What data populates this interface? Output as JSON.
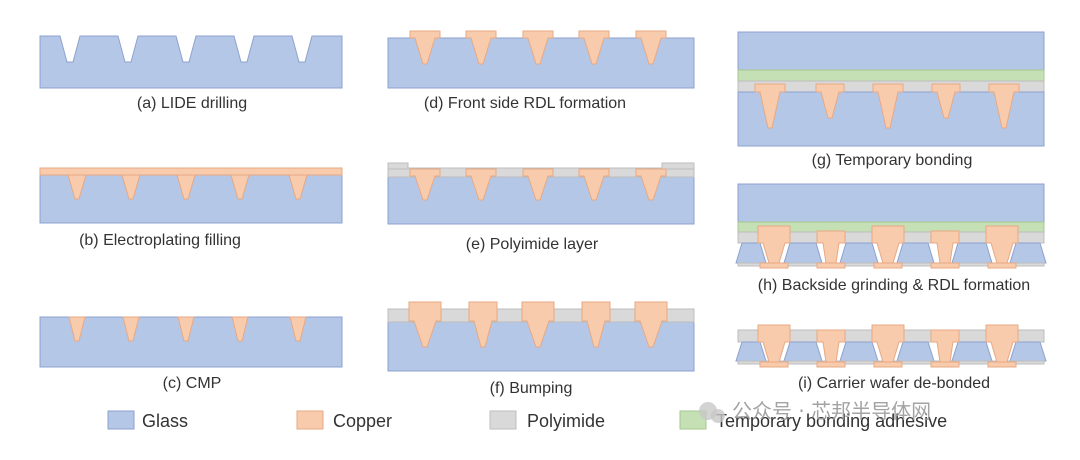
{
  "colors": {
    "glass": "#b4c7e7",
    "glass_stroke": "#8da2cf",
    "copper": "#f8cbad",
    "copper_stroke": "#e7a983",
    "polyimide": "#d9d9d9",
    "polyimide_stroke": "#bdbdbd",
    "adhesive": "#c5e0b4",
    "adhesive_stroke": "#a6c98f"
  },
  "steps": [
    {
      "id": "a",
      "caption": "(a) LIDE drilling"
    },
    {
      "id": "b",
      "caption": "(b) Electroplating filling"
    },
    {
      "id": "c",
      "caption": "(c) CMP"
    },
    {
      "id": "d",
      "caption": "(d) Front side RDL formation"
    },
    {
      "id": "e",
      "caption": "(e) Polyimide layer"
    },
    {
      "id": "f",
      "caption": "(f) Bumping"
    },
    {
      "id": "g",
      "caption": "(g) Temporary bonding"
    },
    {
      "id": "h",
      "caption": "(h) Backside grinding & RDL formation"
    },
    {
      "id": "i",
      "caption": "(i) Carrier wafer de-bonded"
    }
  ],
  "legend": [
    {
      "key": "glass",
      "label": "Glass"
    },
    {
      "key": "copper",
      "label": "Copper"
    },
    {
      "key": "polyimide",
      "label": "Polyimide"
    },
    {
      "key": "adhesive",
      "label": "Temporary bonding adhesive"
    }
  ],
  "watermark": {
    "text": "公众号 · 芯邦半导体网"
  }
}
